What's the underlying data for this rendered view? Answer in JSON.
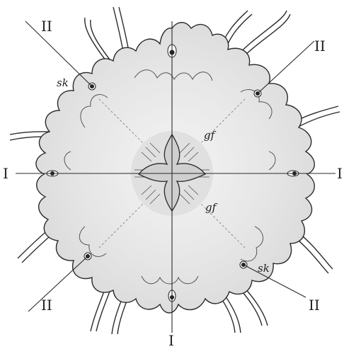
{
  "figure": {
    "labels": {
      "axis_I_left": "I",
      "axis_I_right": "I",
      "axis_I_bottom": "I",
      "axis_II_top_left": "II",
      "axis_II_top_right": "II",
      "axis_II_bottom_left": "II",
      "axis_II_bottom_right": "II",
      "sk_upper": "sk",
      "sk_lower": "sk",
      "gf_upper": "gf",
      "gf_lower": "gf"
    },
    "colors": {
      "ink": "#2a2a2a",
      "body_fill": "#ececec",
      "body_inner": "#f6f6f6"
    }
  }
}
